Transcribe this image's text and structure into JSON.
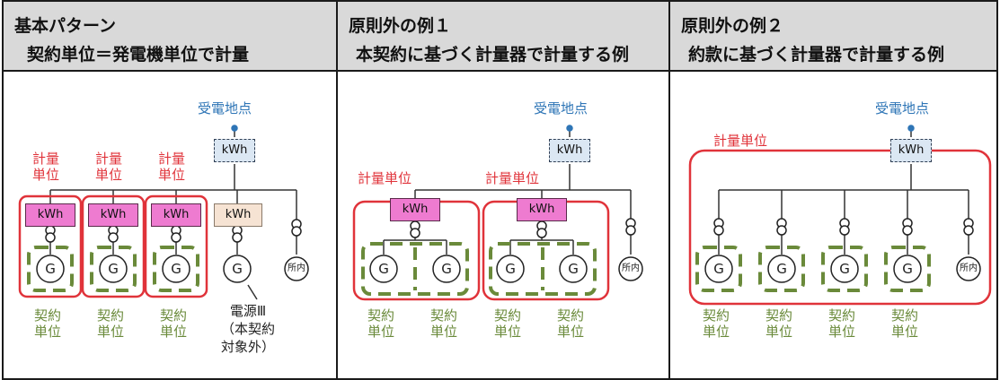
{
  "panels": [
    {
      "title_line1": "基本パターン",
      "title_line2": "契約単位＝発電機単位で計量",
      "receiving_point": "受電地点",
      "meter_unit_label": [
        "計量",
        "単位"
      ],
      "contract_unit_label": [
        "契約",
        "単位"
      ],
      "meter_label": "kWh",
      "generator_symbol": "G",
      "station_label": "所内",
      "excluded_note": [
        "電源Ⅲ",
        "（本契約",
        "対象外）"
      ]
    },
    {
      "title_line1": "原則外の例１",
      "title_line2": "本契約に基づく計量器で計量する例",
      "receiving_point": "受電地点",
      "meter_unit_label": "計量単位",
      "contract_unit_label": [
        "契約",
        "単位"
      ],
      "meter_label": "kWh",
      "generator_symbol": "G",
      "station_label": "所内"
    },
    {
      "title_line1": "原則外の例２",
      "title_line2": "約款に基づく計量器で計量する例",
      "receiving_point": "受電地点",
      "meter_unit_label": "計量単位",
      "contract_unit_label": [
        "契約",
        "単位"
      ],
      "meter_label": "kWh",
      "generator_symbol": "G",
      "station_label": "所内"
    }
  ],
  "colors": {
    "meter_unit_red": "#e0333a",
    "contract_unit_green": "#6a8a3a",
    "receiving_point_blue": "#2e75b6",
    "meter_pink": "#ee7bd0",
    "meter_tan": "#f6e3d3",
    "meter_blue": "#dbe7f3",
    "header_gray": "#d9d9d9"
  }
}
